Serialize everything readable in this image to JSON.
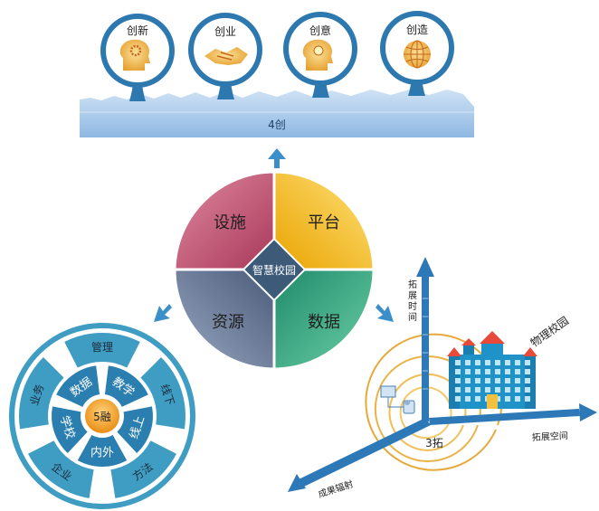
{
  "four_chuang": {
    "label": "4创",
    "items": [
      {
        "label": "创新",
        "icon": "brain-gear-icon"
      },
      {
        "label": "创业",
        "icon": "handshake-icon"
      },
      {
        "label": "创意",
        "icon": "lightbulb-head-icon"
      },
      {
        "label": "创造",
        "icon": "globe-icon"
      }
    ]
  },
  "center": {
    "title": "智慧校园",
    "quadrants": [
      {
        "label": "设施",
        "color": "#c04a6a"
      },
      {
        "label": "平台",
        "color": "#f2b800"
      },
      {
        "label": "资源",
        "color": "#5c6f8e"
      },
      {
        "label": "数据",
        "color": "#2c9f7e"
      }
    ]
  },
  "five_rong": {
    "center": "5融",
    "inner": [
      "数据",
      "教学",
      "线上",
      "内外",
      "学校"
    ],
    "outer": [
      "业务",
      "管理",
      "线下",
      "方法",
      "企业"
    ]
  },
  "three_tuo": {
    "center": "3拓",
    "axis_time": "拓展时间",
    "axis_space": "拓展空间",
    "axis_radiation": "成果辐射",
    "campus": "物理校园"
  },
  "colors": {
    "arrow": "#3a8fc9",
    "wheel_outer": "#3f9dc3",
    "wheel_inner": "#2b7fb0",
    "hub": "#f0a030",
    "base": "#9cc3e6",
    "ring": "#e6a93a"
  }
}
